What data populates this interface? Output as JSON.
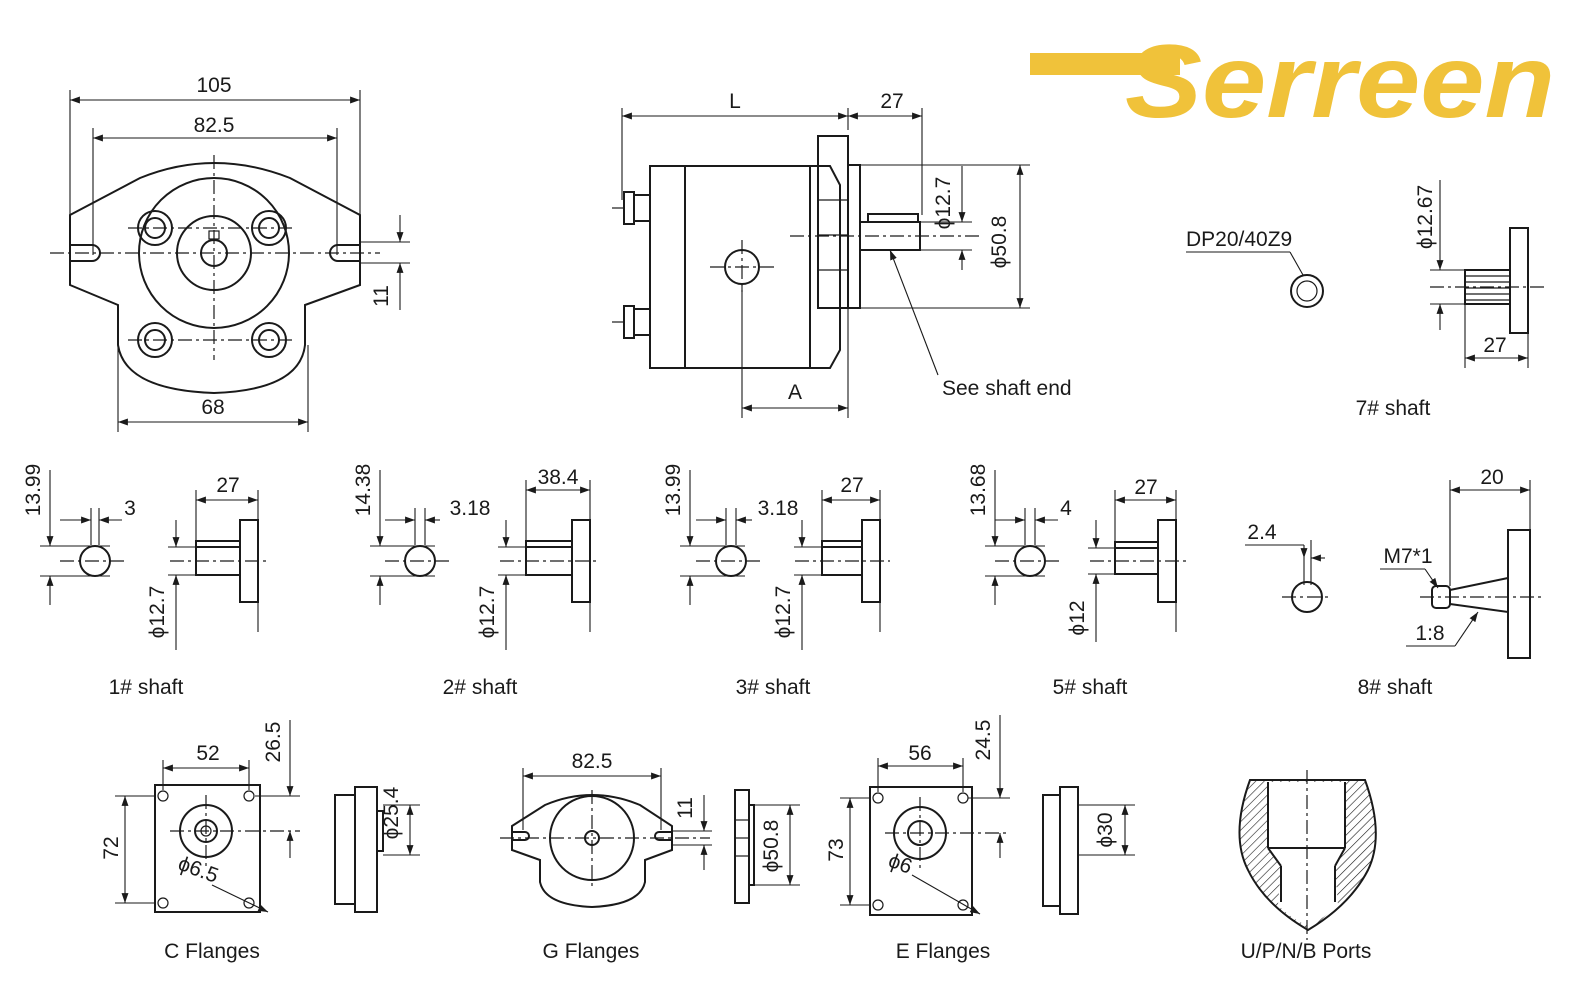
{
  "logo": {
    "text": "Serreen",
    "color": "#f0c23a"
  },
  "colors": {
    "line": "#1a1a1a",
    "background": "#ffffff"
  },
  "front_view": {
    "d1": "105",
    "d2": "82.5",
    "d3": "68",
    "d4": "11"
  },
  "side_view": {
    "L": "L",
    "d27": "27",
    "shaft_dia": "ϕ12.7",
    "pilot_dia": "ϕ50.8",
    "A": "A",
    "note": "See shaft end"
  },
  "shaft7": {
    "spline": "DP20/40Z9",
    "dia": "ϕ12.67",
    "len": "27",
    "label": "7# shaft"
  },
  "shaft1": {
    "h": "13.99",
    "key": "3",
    "len": "27",
    "dia": "ϕ12.7",
    "label": "1# shaft"
  },
  "shaft2": {
    "h": "14.38",
    "key": "3.18",
    "len": "38.4",
    "dia": "ϕ12.7",
    "label": "2# shaft"
  },
  "shaft3": {
    "h": "13.99",
    "key": "3.18",
    "len": "27",
    "dia": "ϕ12.7",
    "label": "3# shaft"
  },
  "shaft5": {
    "h": "13.68",
    "key": "4",
    "len": "27",
    "dia": "ϕ12",
    "label": "5# shaft"
  },
  "shaft8": {
    "key": "2.4",
    "thread": "M7*1",
    "len": "20",
    "taper": "1:8",
    "label": "8# shaft"
  },
  "flange_c": {
    "w": "52",
    "off": "26.5",
    "h": "72",
    "hole": "ϕ6.5",
    "pilot": "ϕ25.4",
    "label": "C Flanges"
  },
  "flange_g": {
    "w": "82.5",
    "h": "11",
    "pilot": "ϕ50.8",
    "label": "G Flanges"
  },
  "flange_e": {
    "w": "56",
    "off": "24.5",
    "h": "73",
    "hole": "ϕ6",
    "pilot": "ϕ30",
    "label": "E Flanges"
  },
  "ports": {
    "label": "U/P/N/B Ports"
  }
}
